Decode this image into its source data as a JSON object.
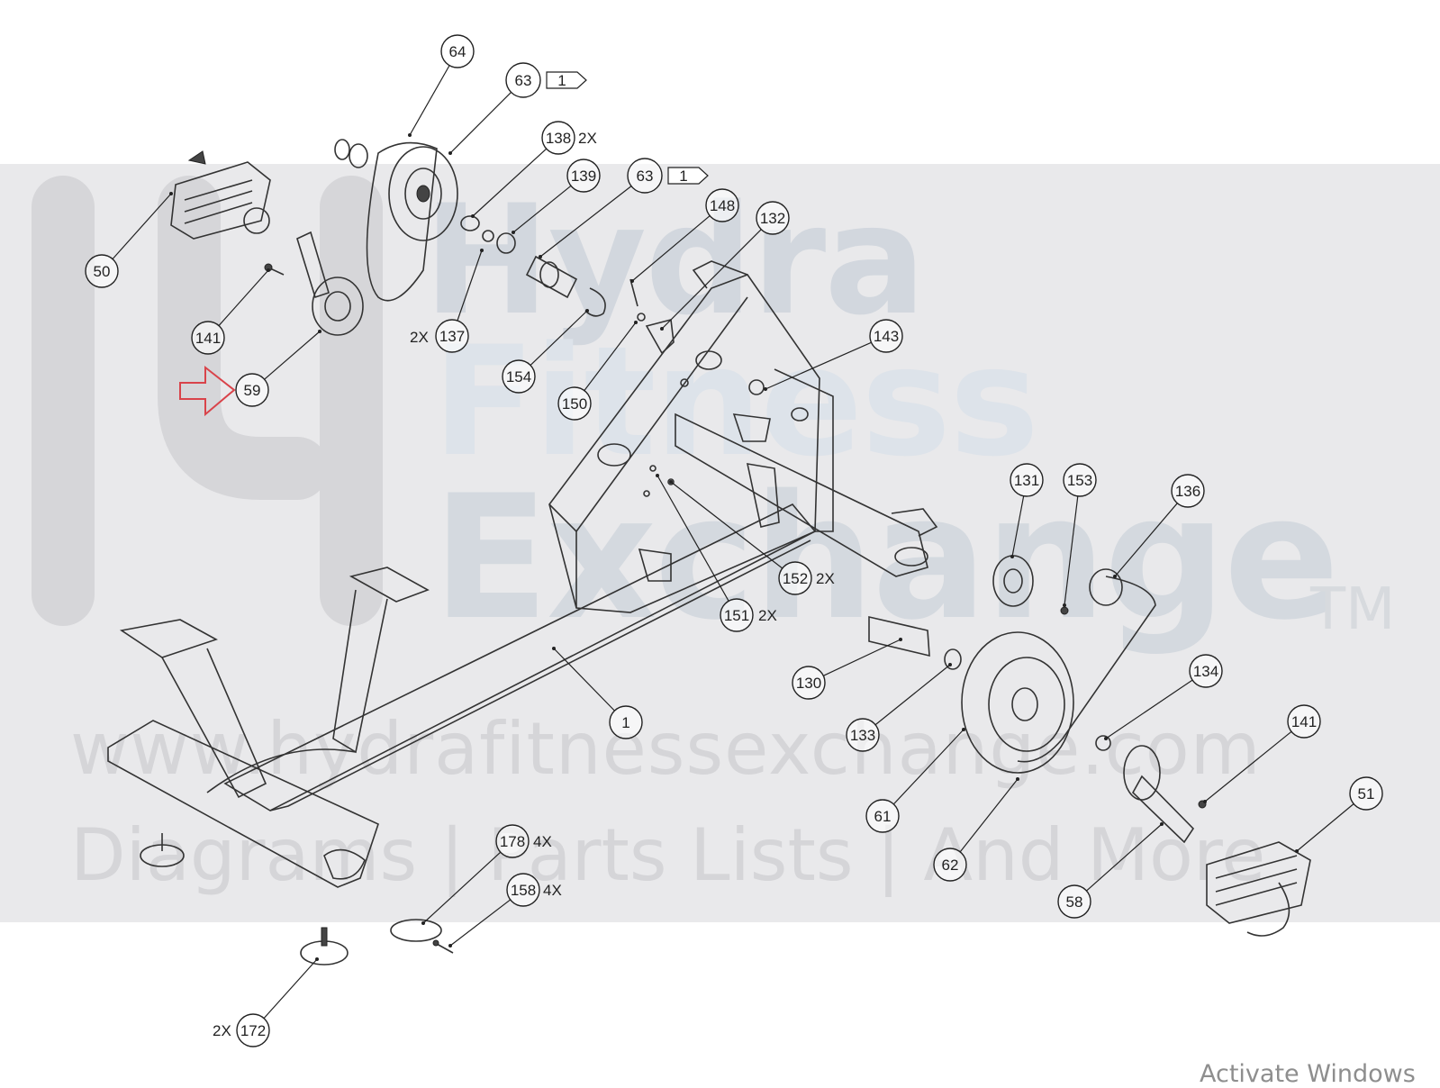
{
  "watermark": {
    "brand_line1": "Hydra",
    "brand_line2": "Fitness",
    "brand_line3": "Exchange",
    "trademark": "TM",
    "url": "www.hydrafitnessexchange.com",
    "tagline": "Diagrams | Parts Lists | And More"
  },
  "os_overlay": "Activate Windows",
  "icons": {
    "note_flag": "note-flag-icon",
    "highlight_arrow": "red-arrow-icon"
  },
  "colors": {
    "band": "#e9e9eb",
    "line": "#222222",
    "highlight": "#d9434a"
  },
  "callouts": [
    {
      "id": "c64",
      "label": "64",
      "qty": ""
    },
    {
      "id": "c63a",
      "label": "63",
      "qty": "",
      "flag": "1"
    },
    {
      "id": "c138",
      "label": "138",
      "qty": "2X"
    },
    {
      "id": "c139",
      "label": "139",
      "qty": ""
    },
    {
      "id": "c63b",
      "label": "63",
      "qty": "",
      "flag": "1"
    },
    {
      "id": "c148",
      "label": "148",
      "qty": ""
    },
    {
      "id": "c132",
      "label": "132",
      "qty": ""
    },
    {
      "id": "c50",
      "label": "50",
      "qty": ""
    },
    {
      "id": "c141a",
      "label": "141",
      "qty": ""
    },
    {
      "id": "c59",
      "label": "59",
      "qty": "",
      "highlighted": true
    },
    {
      "id": "c137",
      "label": "137",
      "qty": "2X"
    },
    {
      "id": "c154",
      "label": "154",
      "qty": ""
    },
    {
      "id": "c150",
      "label": "150",
      "qty": ""
    },
    {
      "id": "c143",
      "label": "143",
      "qty": ""
    },
    {
      "id": "c131",
      "label": "131",
      "qty": ""
    },
    {
      "id": "c153",
      "label": "153",
      "qty": ""
    },
    {
      "id": "c136",
      "label": "136",
      "qty": ""
    },
    {
      "id": "c152",
      "label": "152",
      "qty": "2X"
    },
    {
      "id": "c151",
      "label": "151",
      "qty": "2X"
    },
    {
      "id": "c1",
      "label": "1",
      "qty": ""
    },
    {
      "id": "c130",
      "label": "130",
      "qty": ""
    },
    {
      "id": "c133",
      "label": "133",
      "qty": ""
    },
    {
      "id": "c134",
      "label": "134",
      "qty": ""
    },
    {
      "id": "c141b",
      "label": "141",
      "qty": ""
    },
    {
      "id": "c51",
      "label": "51",
      "qty": ""
    },
    {
      "id": "c61",
      "label": "61",
      "qty": ""
    },
    {
      "id": "c62",
      "label": "62",
      "qty": ""
    },
    {
      "id": "c58",
      "label": "58",
      "qty": ""
    },
    {
      "id": "c178",
      "label": "178",
      "qty": "4X"
    },
    {
      "id": "c158",
      "label": "158",
      "qty": "4X"
    },
    {
      "id": "c172",
      "label": "172",
      "qty": "2X"
    }
  ]
}
